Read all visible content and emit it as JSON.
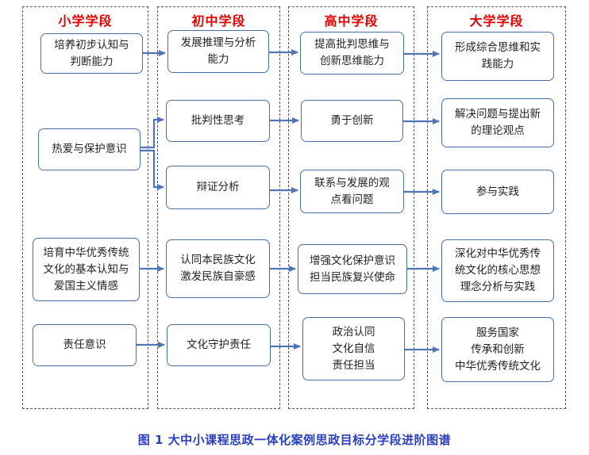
{
  "stages": {
    "primary": "小学学段",
    "junior": "初中学段",
    "senior": "高中学段",
    "university": "大学学段"
  },
  "nodes": {
    "primary_1": "培养初步认知与\n判断能力",
    "primary_2": "热爱与保护意识",
    "primary_3": "培育中华优秀传统\n文化的基本认知与\n爱国主义情感",
    "primary_4": "责任意识",
    "junior_1": "发展推理与分析\n能力",
    "junior_2": "批判性思考",
    "junior_3": "辩证分析",
    "junior_4": "认同本民族文化\n激发民族自豪感",
    "junior_5": "文化守护责任",
    "senior_1": "提高批判思维与\n创新思维能力",
    "senior_2": "勇于创新",
    "senior_3": "联系与发展的观\n点看问题",
    "senior_4": "增强文化保护意识\n担当民族复兴使命",
    "senior_5": "政治认同\n文化自信\n责任担当",
    "univ_1": "形成综合思维和实\n践能力",
    "univ_2": "解决问题与提出新\n的理论观点",
    "univ_3": "参与实践",
    "univ_4": "深化对中华优秀传\n统文化的核心思想\n理念分析与实践",
    "univ_5": "服务国家\n传承和创新\n中华优秀传统文化"
  },
  "caption": "图 1  大中小课程思政一体化案例思政目标分学段进阶图谱",
  "colors": {
    "stage_title": "#e00000",
    "node_border": "#4a6fa5",
    "arrow": "#4f74b8",
    "caption": "#2a3fbf"
  }
}
